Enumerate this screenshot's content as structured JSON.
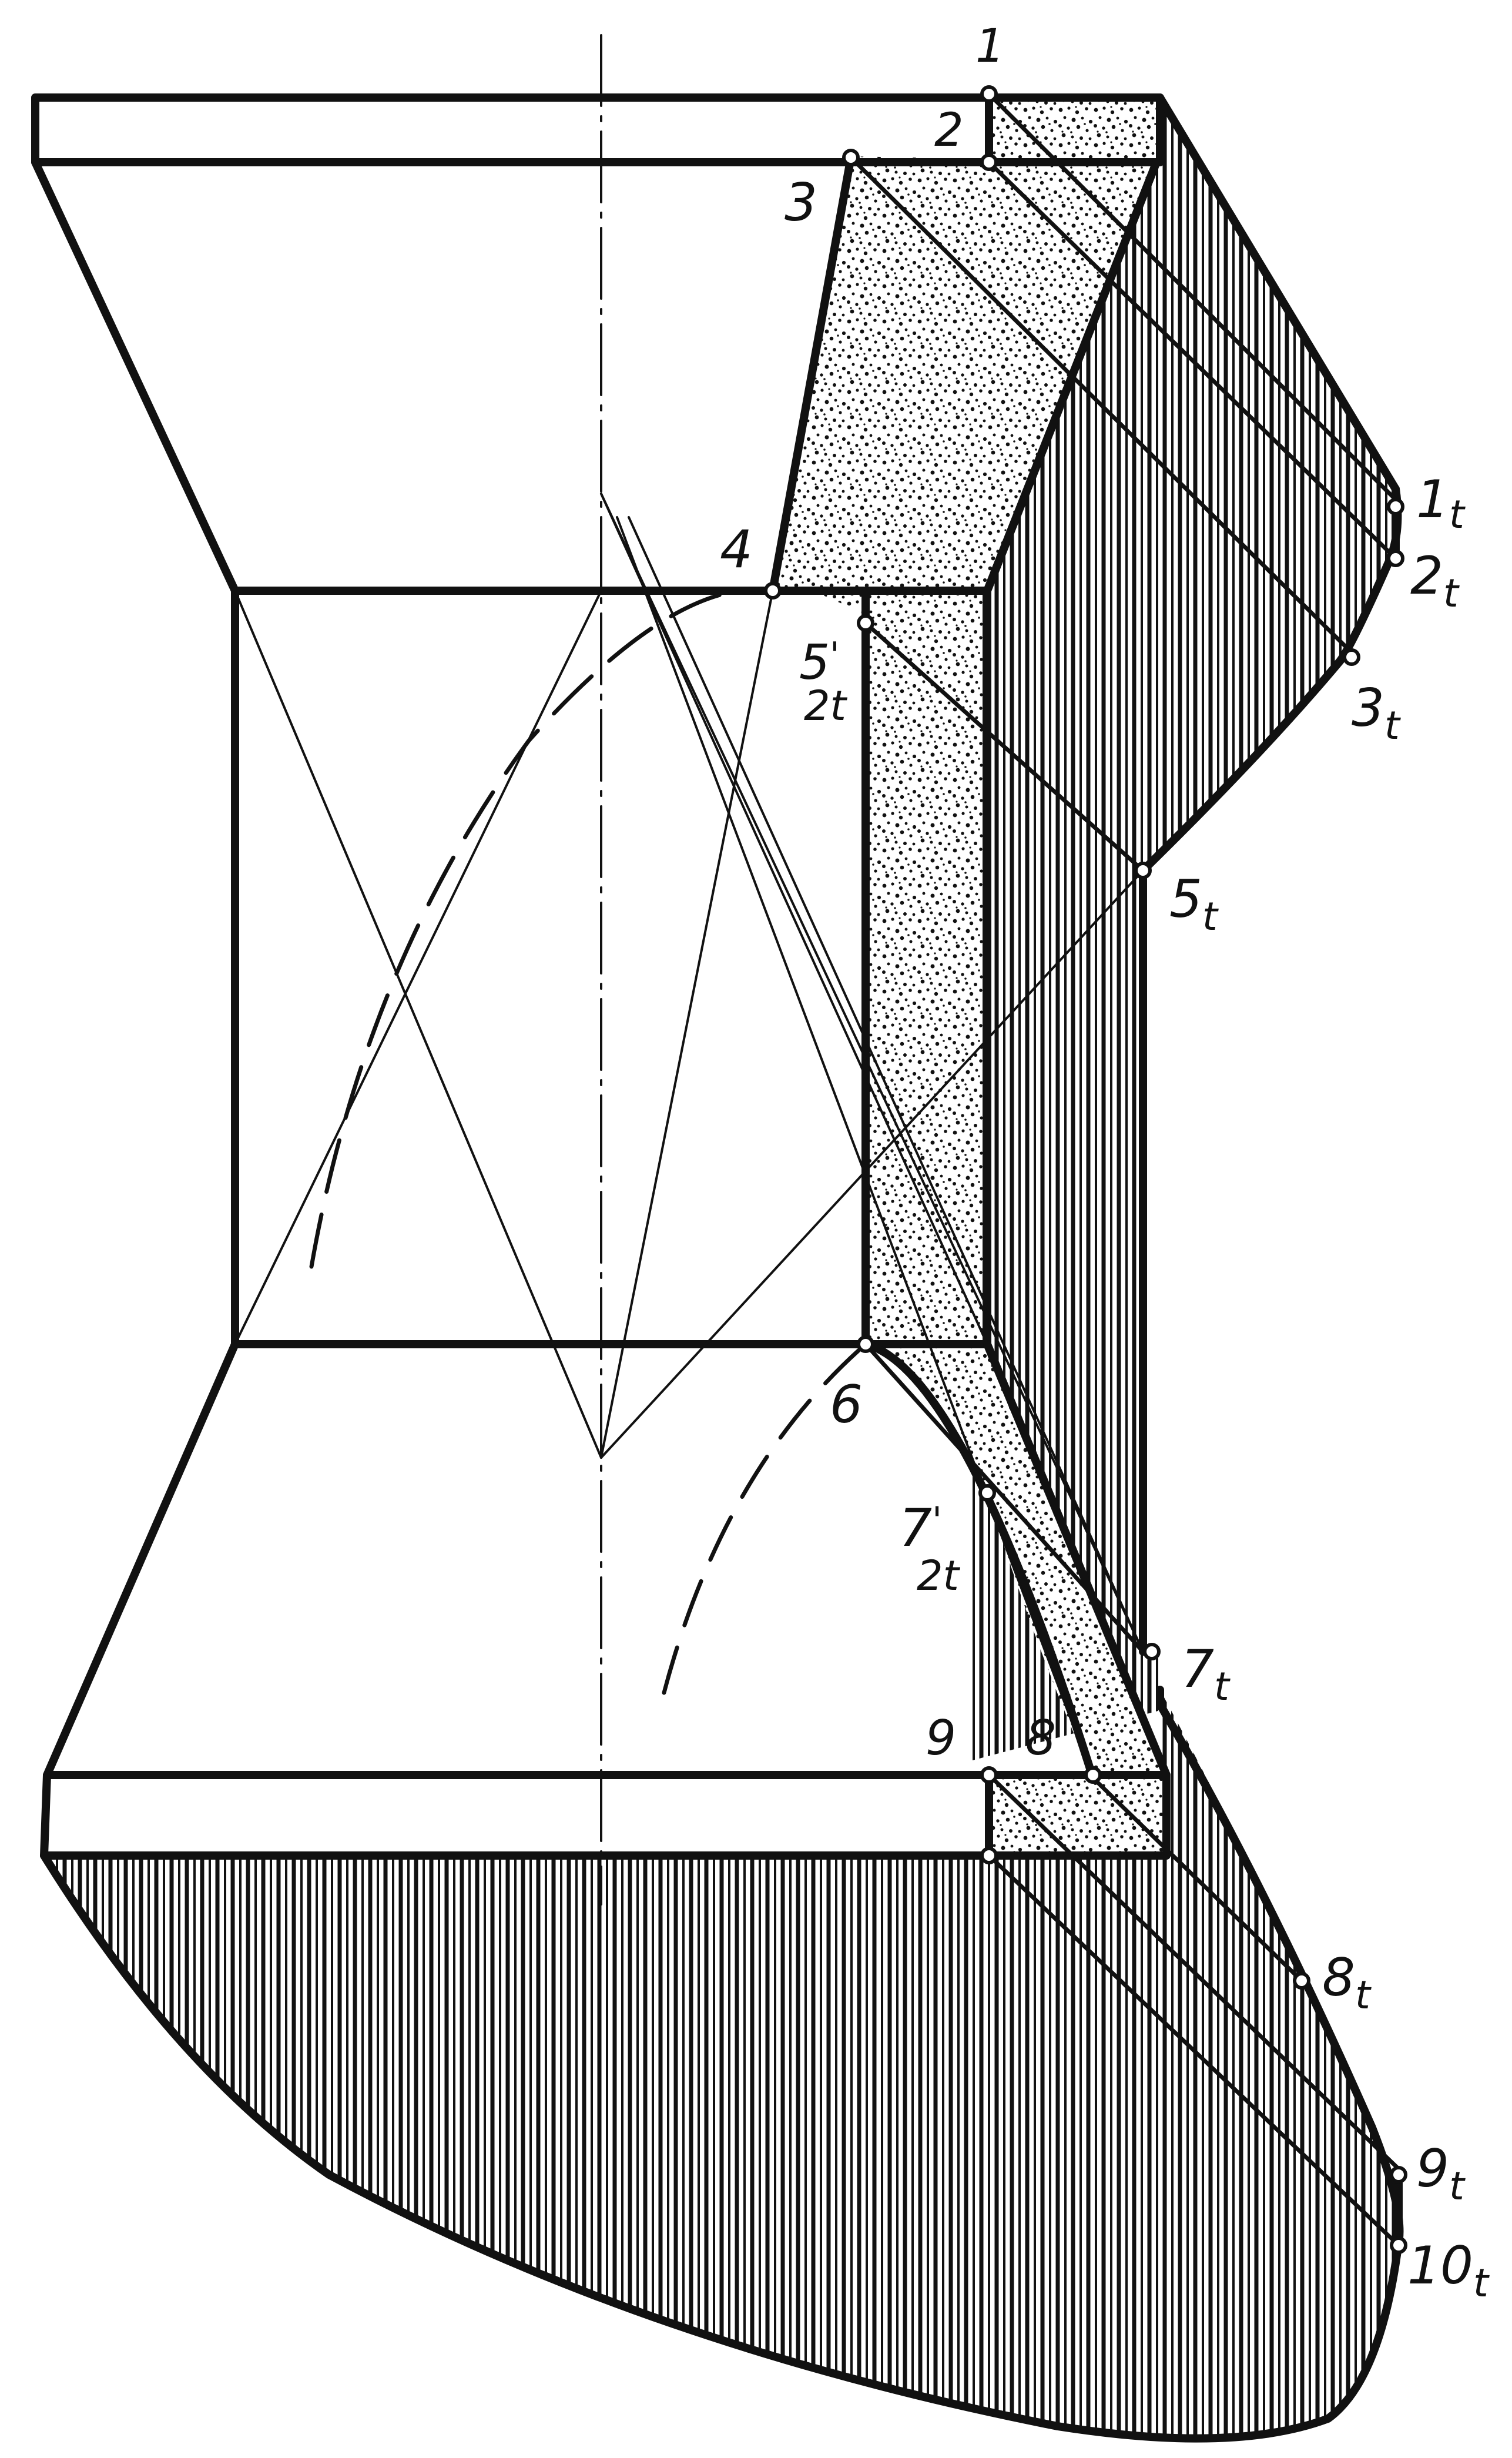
{
  "labels": {
    "p1": "1",
    "p2": "2",
    "p3": "3",
    "p4": "4",
    "p5": "5",
    "p5_sub": "2t",
    "p6": "6",
    "p7": "7",
    "p7_sub": "2t",
    "p8": "8",
    "p9": "9",
    "p1t": "1",
    "p2t": "2",
    "p3t": "3",
    "p5t": "5",
    "p7t": "7",
    "p8t": "8",
    "p9t": "9",
    "p10t": "10",
    "subscript_t": "t",
    "prime": "'"
  },
  "colors": {
    "ink": "#111111",
    "paper": "#ffffff"
  },
  "fills": {
    "shadow": "vertical-hatching",
    "own_shade": "stipple"
  }
}
